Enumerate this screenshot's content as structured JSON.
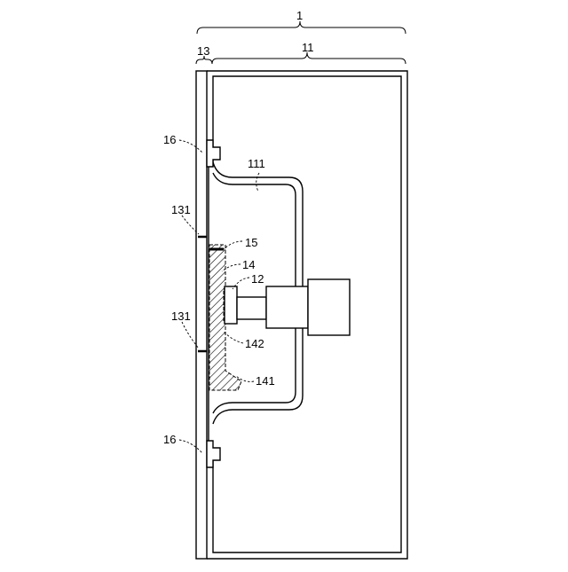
{
  "labels": {
    "assembly": "1",
    "housing": "11",
    "panel": "13",
    "recess": "111",
    "hole_upper": "131",
    "hole_lower": "131",
    "seal": "15",
    "holder": "14",
    "component": "12",
    "holder_part_a": "142",
    "holder_part_b": "141",
    "clip_upper": "16",
    "clip_lower": "16"
  },
  "colors": {
    "line": "#000000",
    "background": "#ffffff"
  }
}
